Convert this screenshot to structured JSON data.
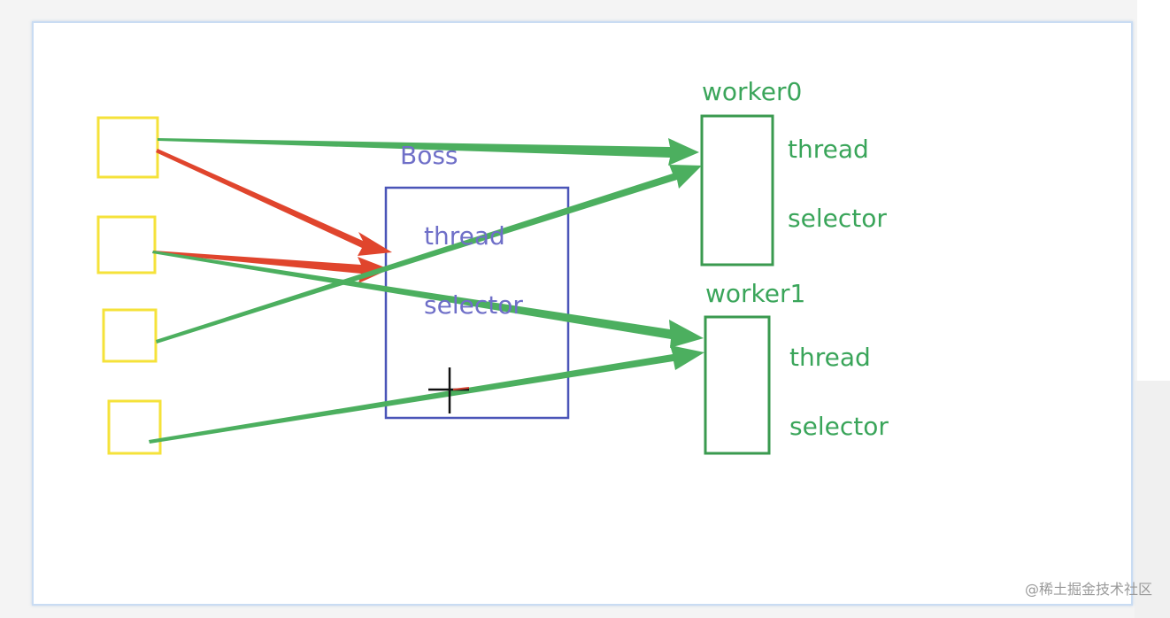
{
  "diagram": {
    "boss": {
      "title": "Boss",
      "thread_label": "thread",
      "selector_label": "selector"
    },
    "workers": [
      {
        "title": "worker0",
        "thread_label": "thread",
        "selector_label": "selector"
      },
      {
        "title": "worker1",
        "thread_label": "thread",
        "selector_label": "selector"
      }
    ],
    "client_count": 4,
    "colors": {
      "client_box": "#f5e23a",
      "boss_box": "#4a55b8",
      "worker_box": "#3a9a4f",
      "arrow_green": "#4caf5f",
      "arrow_red": "#e0452d",
      "boss_text": "#6f6fc8",
      "worker_text": "#3aa55a"
    },
    "connections": [
      {
        "from": "client-0",
        "to": "boss-thread",
        "color": "red"
      },
      {
        "from": "client-1",
        "to": "boss-thread",
        "color": "red"
      },
      {
        "from": "client-0",
        "to": "worker0",
        "color": "green"
      },
      {
        "from": "client-2",
        "to": "worker0",
        "color": "green"
      },
      {
        "from": "client-1",
        "to": "worker1",
        "color": "green"
      },
      {
        "from": "client-3",
        "to": "worker1",
        "color": "green"
      }
    ],
    "cursor": "crosshair-cursor-icon"
  },
  "watermark": "@稀土掘金技术社区"
}
